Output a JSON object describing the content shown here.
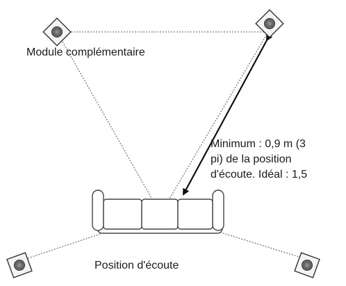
{
  "labels": {
    "module": "Module complémentaire",
    "listening_position": "Position d'écoute",
    "distance_line1": "Minimum : 0,9 m (3",
    "distance_line2": "pi) de la position",
    "distance_line3": "d'écoute. Idéal : 1,5"
  },
  "colors": {
    "line": "#777777",
    "arrow": "#111111",
    "speaker_fill": "#f4f4f4",
    "speaker_cone": "#666666",
    "couch_stroke": "#444444",
    "text": "#1a1a1a"
  },
  "icons": {
    "speaker": "speaker-icon",
    "couch": "couch-icon",
    "arrow": "double-arrow"
  }
}
